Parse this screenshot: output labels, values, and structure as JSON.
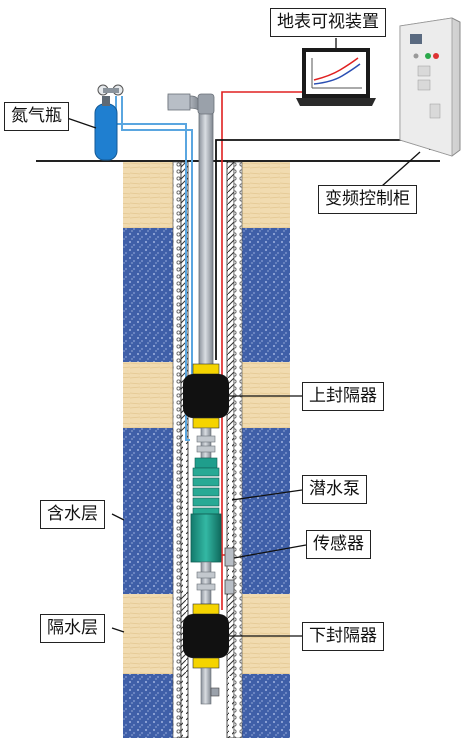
{
  "labels": {
    "display_device": "地表可视装置",
    "nitrogen_bottle": "氮气瓶",
    "vfd_cabinet": "变频控制柜",
    "upper_packer": "上封隔器",
    "submersible_pump": "潜水泵",
    "sensor": "传感器",
    "aquifer": "含水层",
    "aquitard": "隔水层",
    "lower_packer": "下封隔器"
  },
  "colors": {
    "aquifer_blue": "#3f5fa8",
    "aquitard_tan": "#f1dbb0",
    "pump_green": "#1f9e8c",
    "packer_black": "#111111",
    "packer_ring_yellow": "#f5d400",
    "pipe_gray": "#a9afb7",
    "gas_line_blue": "#5aa6e0",
    "signal_line_red": "#e02020",
    "bottle_blue": "#1f7fd0"
  }
}
